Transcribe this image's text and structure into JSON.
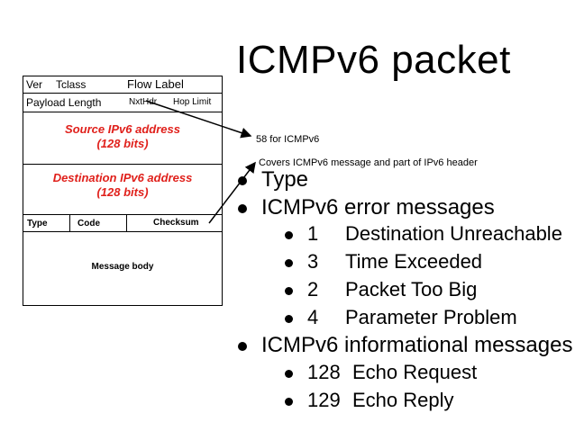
{
  "title": "ICMPv6 packet",
  "packet": {
    "ver": "Ver",
    "tclass": "Tclass",
    "flow_label": "Flow Label",
    "payload_length": "Payload Length",
    "nxthdr": "NxtHdr",
    "hop_limit": "Hop Limit",
    "source_line1": "Source IPv6 address",
    "source_line2": "(128 bits)",
    "dest_line1": "Destination IPv6 address",
    "dest_line2": "(128 bits)",
    "type": "Type",
    "code": "Code",
    "checksum": "Checksum",
    "message_body": "Message body"
  },
  "annotations": {
    "nxthdr_note": "58 for ICMPv6",
    "checksum_note": "Covers ICMPv6 message and part of IPv6 header"
  },
  "bullets": {
    "type": "Type",
    "error_heading": "ICMPv6 error messages",
    "errors": [
      {
        "num": "1",
        "text": "Destination Unreachable"
      },
      {
        "num": "3",
        "text": "Time Exceeded"
      },
      {
        "num": "2",
        "text": "Packet Too Big"
      },
      {
        "num": "4",
        "text": "Parameter Problem"
      }
    ],
    "info_heading": "ICMPv6 informational messages",
    "infos": [
      {
        "num": "128",
        "text": "Echo Request"
      },
      {
        "num": "129",
        "text": "Echo Reply"
      }
    ]
  },
  "colors": {
    "field_red": "#e0201b",
    "line": "#000000"
  }
}
